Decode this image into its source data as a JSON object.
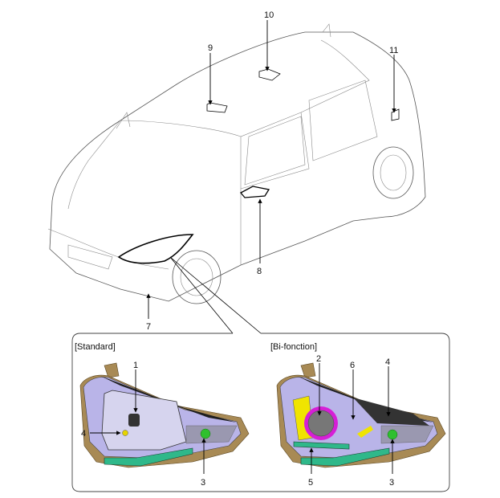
{
  "car_callouts": {
    "c10": "10",
    "c9": "9",
    "c11": "11",
    "c8": "8",
    "c7": "7"
  },
  "detail_box": {
    "standard": {
      "title": "[Standard]",
      "callouts": {
        "c1": "1",
        "c4": "4",
        "c3": "3"
      }
    },
    "bifonction": {
      "title": "[Bi-fonction]",
      "callouts": {
        "c2": "2",
        "c6": "6",
        "c4": "4",
        "c5": "5",
        "c3": "3"
      }
    }
  },
  "colors": {
    "lamp_housing": "#b9b4e8",
    "bezel": "#1e1e1e",
    "bracket": "#a88a55",
    "led_strip": "#2fb88a",
    "bulb_green": "#2ec02e",
    "bulb_yellow": "#e6d400",
    "projector_ring": "#d61fd6",
    "drl_yellow": "#f0e400"
  }
}
